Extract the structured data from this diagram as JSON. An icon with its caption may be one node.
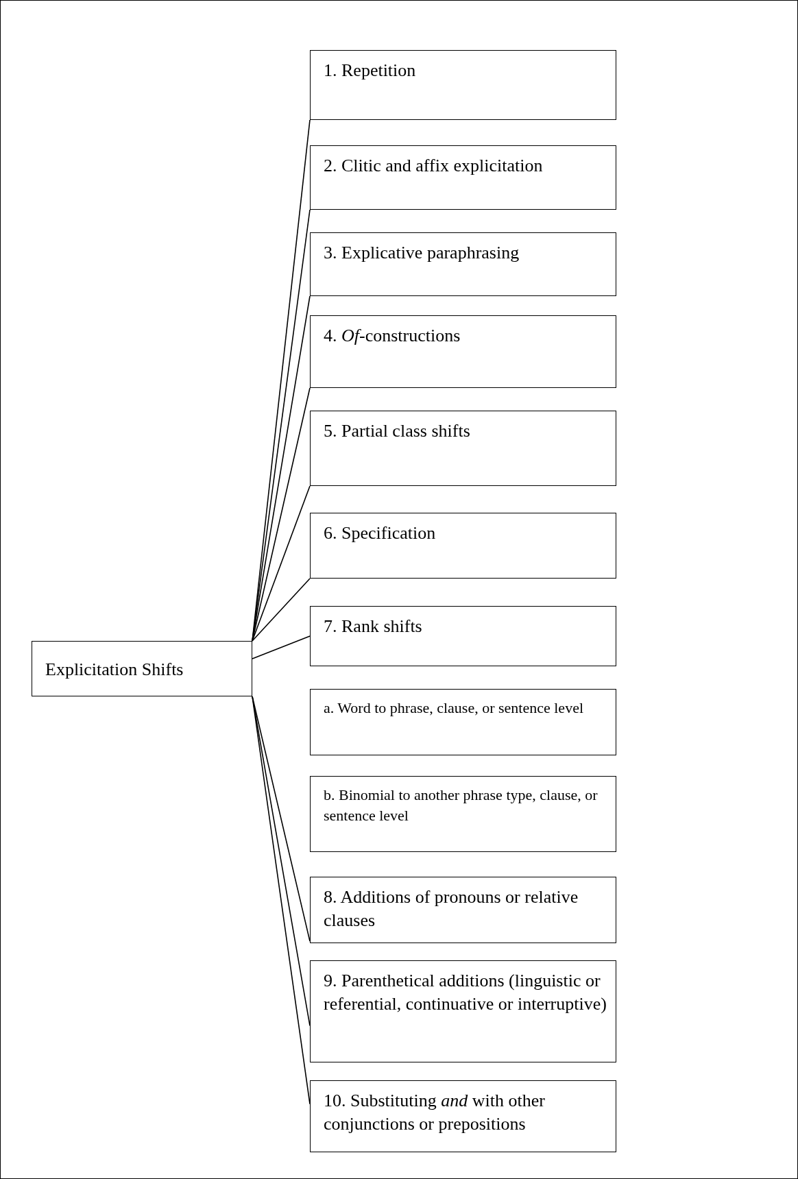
{
  "diagram": {
    "nodes": [
      {
        "text": [
          "Explicitation Shifts"
        ]
      },
      {
        "text": [
          "1.  Repetition"
        ]
      },
      {
        "text": [
          "2. Clitic and affix explicitation"
        ]
      },
      {
        "text": [
          "3. Explicative paraphrasing"
        ]
      },
      {
        "text": [
          "4. *Of*-constructions"
        ]
      },
      {
        "text": [
          "5. Partial class shifts"
        ]
      },
      {
        "text": [
          "6. Specification"
        ]
      },
      {
        "text": [
          "7. Rank shifts"
        ]
      },
      {
        "text": [
          "a. Word to phrase, clause, or sentence level"
        ]
      },
      {
        "text": [
          "b. Binomial to another phrase type, clause, or sentence level"
        ]
      },
      {
        "text": [
          "8. Additions of pronouns or relative clauses"
        ]
      },
      {
        "text": [
          "9. Parenthetical additions (linguistic or referential, continuative or interruptive)"
        ]
      },
      {
        "text": [
          "10. Substituting *and* with other conjunctions or prepositions"
        ]
      }
    ],
    "edges": [
      {
        "from": 0,
        "to": 1,
        "arrow": "none"
      },
      {
        "from": 0,
        "to": 2,
        "arrow": "none"
      },
      {
        "from": 0,
        "to": 3,
        "arrow": "none"
      },
      {
        "from": 0,
        "to": 4,
        "arrow": "none"
      },
      {
        "from": 0,
        "to": 5,
        "arrow": "none"
      },
      {
        "from": 0,
        "to": 6,
        "arrow": "none"
      },
      {
        "from": 0,
        "to": 7,
        "arrow": "none"
      },
      {
        "from": 0,
        "to": 10,
        "arrow": "none"
      },
      {
        "from": 0,
        "to": 11,
        "arrow": "none"
      },
      {
        "from": 0,
        "to": 12,
        "arrow": "none"
      }
    ]
  }
}
